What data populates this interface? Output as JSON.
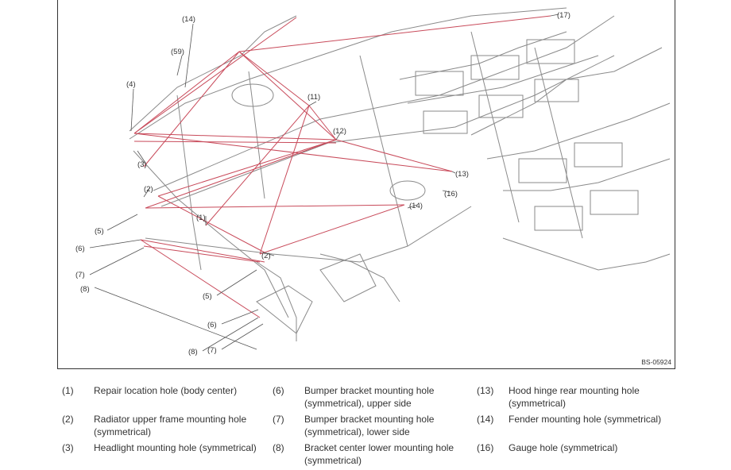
{
  "figure": {
    "id": "BS-05924",
    "callouts": [
      "(14)",
      "(59)",
      "(4)",
      "(11)",
      "(12)",
      "(3)",
      "(2)",
      "(1)",
      "(5)",
      "(6)",
      "(7)",
      "(8)",
      "(2)",
      "(5)",
      "(6)",
      "(8)",
      "(7)",
      "(13)",
      "(16)",
      "(14)",
      "(17)"
    ]
  },
  "legend": {
    "columns": [
      [
        {
          "num": "(1)",
          "text": "Repair location hole (body center)"
        },
        {
          "num": "(2)",
          "text": "Radiator upper frame mounting hole (symmetrical)"
        },
        {
          "num": "(3)",
          "text": "Headlight mounting hole (symmetrical)"
        }
      ],
      [
        {
          "num": "(6)",
          "text": "Bumper bracket mounting hole (symmetrical), upper side"
        },
        {
          "num": "(7)",
          "text": "Bumper bracket mounting hole (symmetrical), lower side"
        },
        {
          "num": "(8)",
          "text": "Bracket center lower mounting hole (symmetrical)"
        }
      ],
      [
        {
          "num": "(13)",
          "text": "Hood hinge rear mounting hole (symmetrical)"
        },
        {
          "num": "(14)",
          "text": "Fender mounting hole (symmetrical)"
        },
        {
          "num": "(16)",
          "text": "Gauge hole (symmetrical)"
        }
      ]
    ]
  }
}
